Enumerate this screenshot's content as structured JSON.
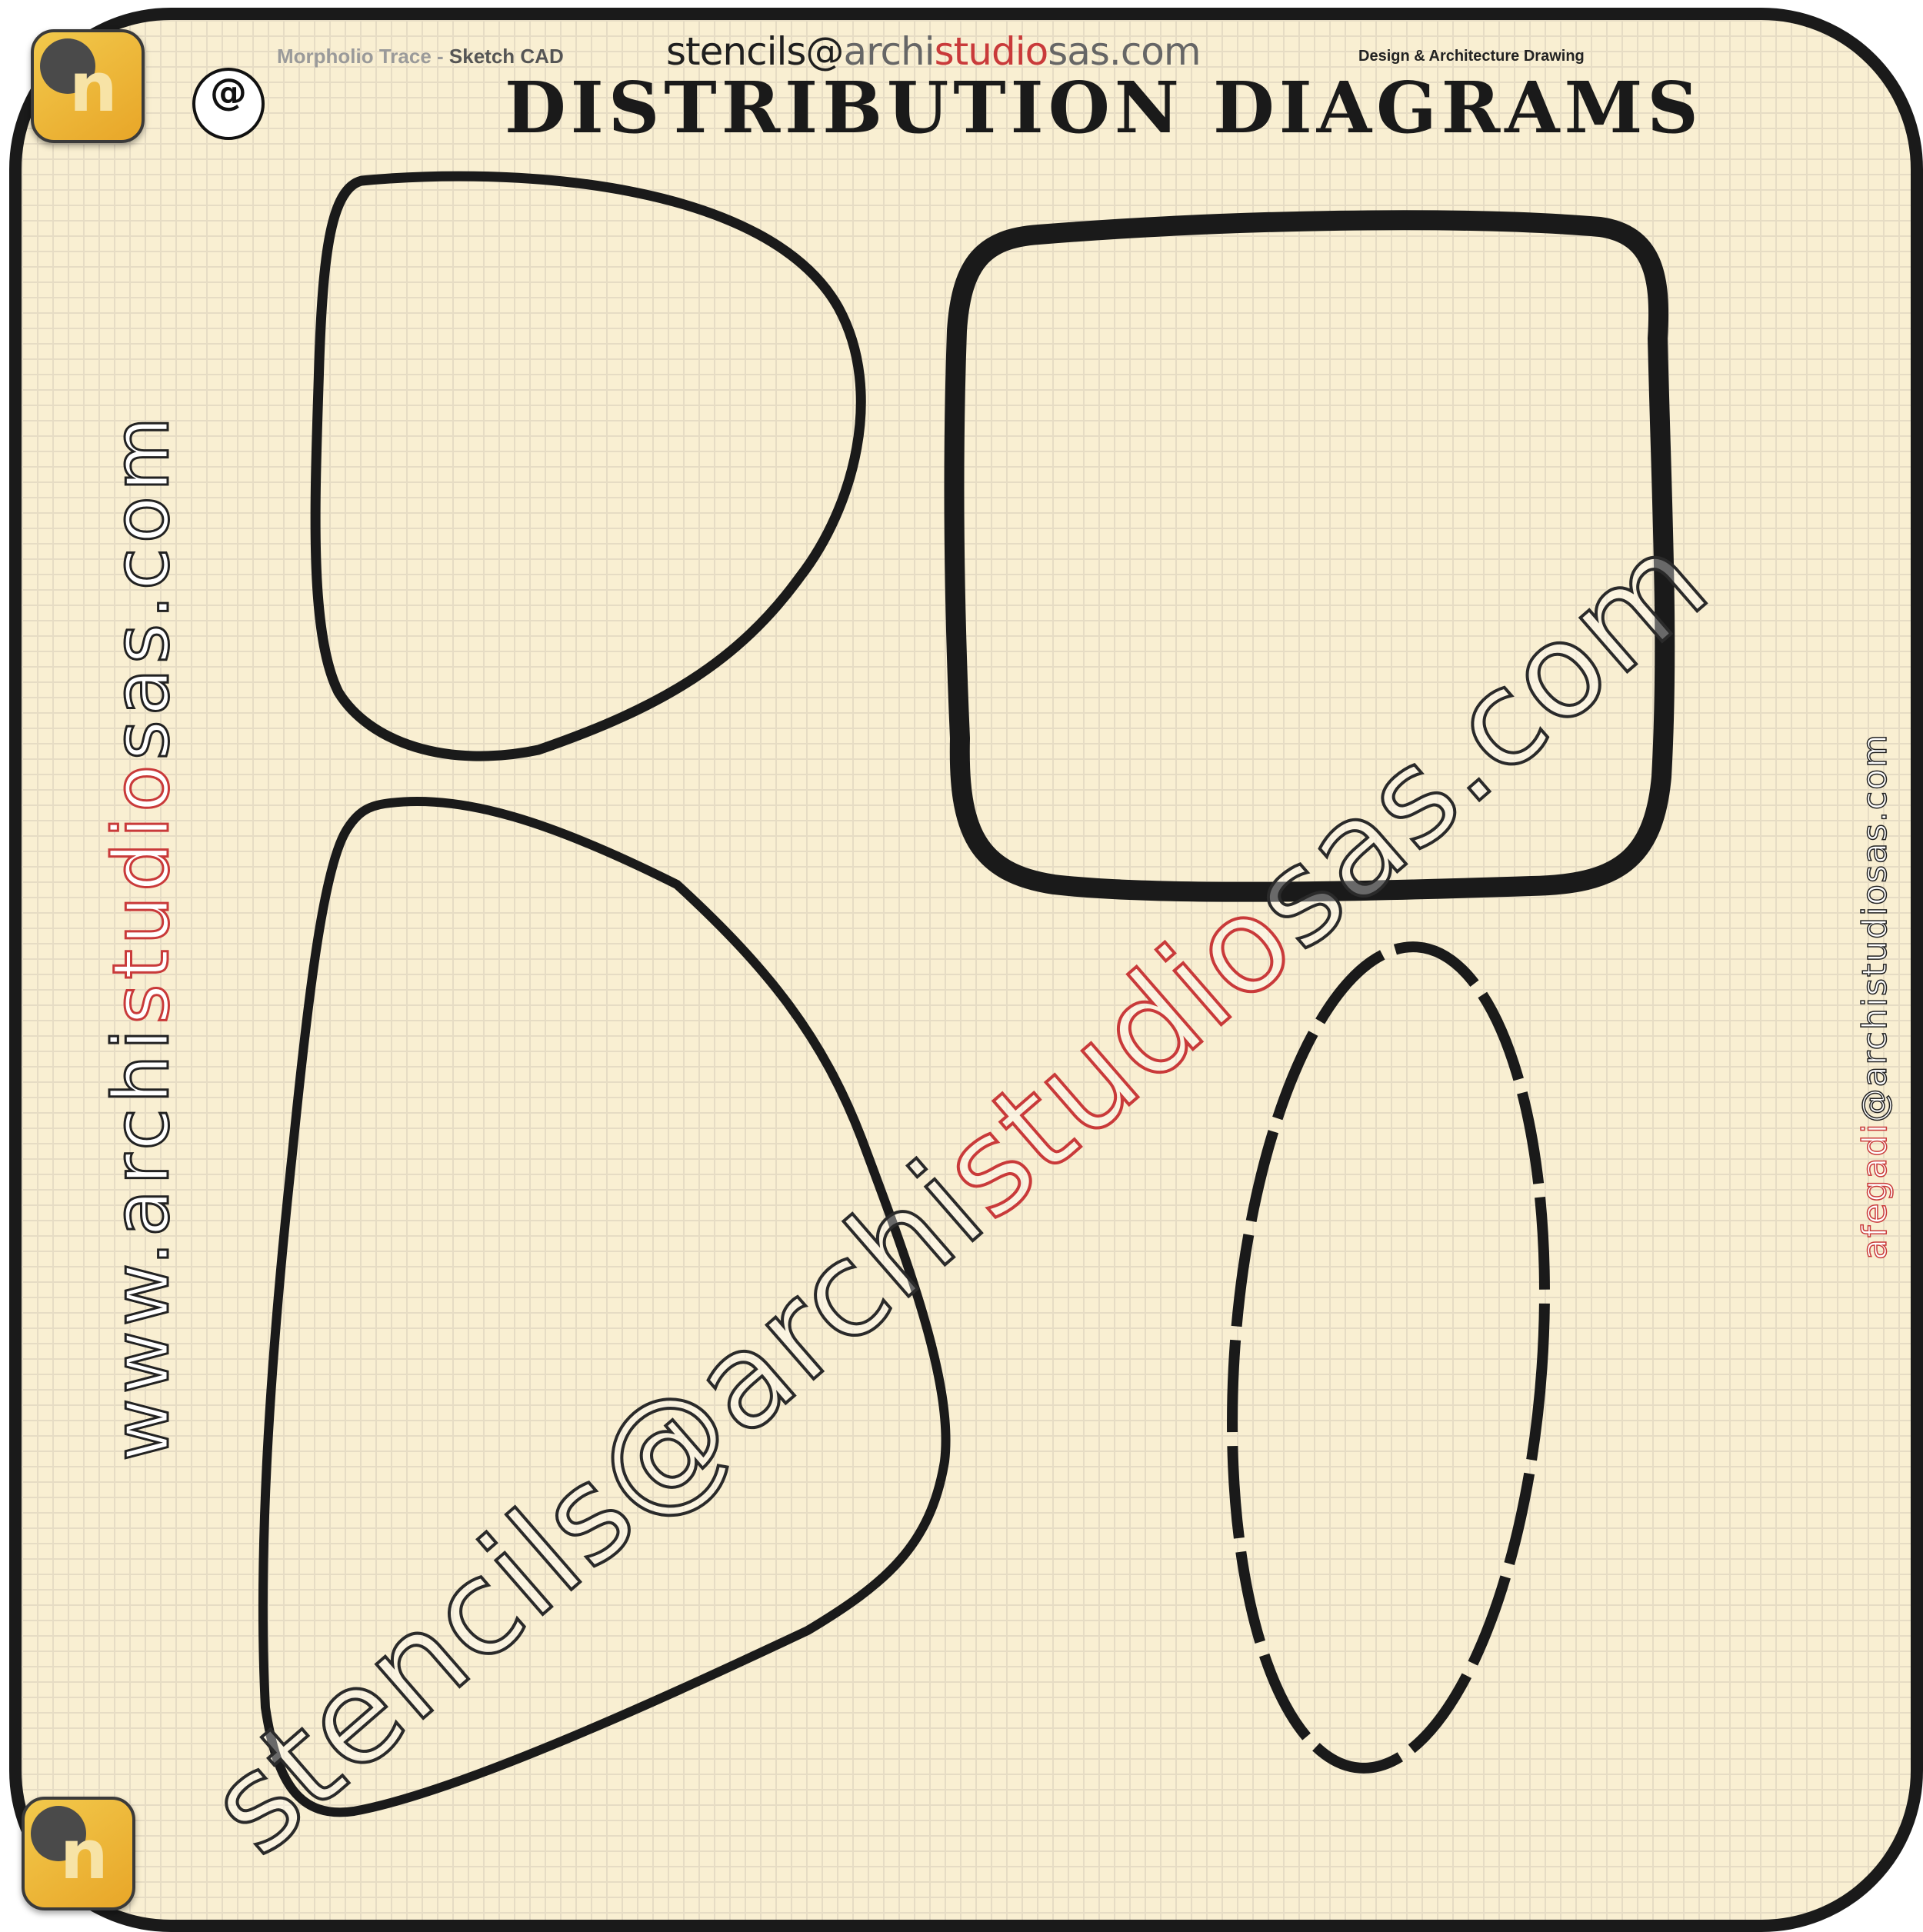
{
  "header": {
    "app_name": "Morpholio Trace",
    "app_separator": " - ",
    "app_mode": "Sketch CAD",
    "email_prefix": "stencils@",
    "email_domain_1": "archi",
    "email_domain_2": "studio",
    "email_domain_3": "sas.com",
    "tagline": "Design & Architecture Drawing",
    "title": "DISTRIBUTION  DIAGRAMS",
    "badge_text": "@"
  },
  "side_left": {
    "prefix": "www.archi",
    "red_part": "studio",
    "suffix": "sas.com"
  },
  "side_right": {
    "red_part": "afegadi",
    "suffix": "@archistudiosas.com"
  },
  "watermark": {
    "prefix": "stencils@archi",
    "red_part": "studio",
    "suffix": "sas.com"
  },
  "colors": {
    "paper": "#f9efd2",
    "grid": "#e6dcc4",
    "ink": "#1a1a1a",
    "accent_red": "#c93a3a",
    "icon_gold": "#f2c94c"
  },
  "icons": {
    "top_app_icon": "morpholio-app-icon",
    "bottom_app_icon": "morpholio-app-icon",
    "badge": "at-sign-badge"
  },
  "shapes": [
    {
      "kind": "rounded-blob",
      "stroke": "solid-thin"
    },
    {
      "kind": "rounded-square",
      "stroke": "solid-heavy"
    },
    {
      "kind": "rounded-triangle",
      "stroke": "solid-thin"
    },
    {
      "kind": "ellipse",
      "stroke": "dashed"
    }
  ]
}
